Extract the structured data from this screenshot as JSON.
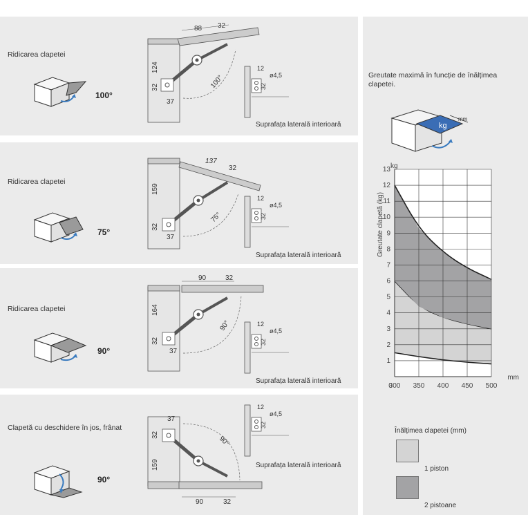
{
  "sections": [
    {
      "label": "Ridicarea clapetei",
      "angle": "100°",
      "dims": [
        "88",
        "32",
        "124",
        "32",
        "37",
        "100°"
      ]
    },
    {
      "label": "Ridicarea clapetei",
      "angle": "75°",
      "dims": [
        "137",
        "32",
        "159",
        "32",
        "37",
        "75°"
      ]
    },
    {
      "label": "Ridicarea clapetei",
      "angle": "90°",
      "dims": [
        "90",
        "32",
        "164",
        "32",
        "37",
        "90°"
      ]
    },
    {
      "label": "Clapetă cu deschidere în jos, frânat",
      "angle": "90°",
      "dims": [
        "37",
        "32",
        "159",
        "90",
        "32",
        "90°"
      ]
    }
  ],
  "detail": {
    "dim_width": "12",
    "dim_hole": "ø4,5",
    "dim_height": "32",
    "caption": "Suprafața laterală interioară"
  },
  "chart_panel": {
    "title": "Greutate maximă în funcție de înălțimea clapetei.",
    "box_kg": "kg",
    "box_mm": "mm",
    "legend_title": "Înălțimea clapetei (mm)",
    "legend_1": "1 piston",
    "legend_2": "2 pistoane"
  },
  "chart_data": {
    "type": "area",
    "x_unit": "mm",
    "y_unit": "kg",
    "ylabel": "Greutate clapetă (kg)",
    "xlim": [
      300,
      500
    ],
    "ylim": [
      0,
      13
    ],
    "x_ticks": [
      "0",
      "300",
      "350",
      "400",
      "450",
      "500"
    ],
    "y_ticks": [
      "1",
      "2",
      "3",
      "4",
      "5",
      "6",
      "7",
      "8",
      "9",
      "10",
      "11",
      "12",
      "13"
    ],
    "grid": true,
    "series": [
      {
        "name": "1 piston",
        "x": [
          300,
          350,
          400,
          450,
          500
        ],
        "upper": [
          6,
          4.4,
          3.7,
          3.3,
          3.0
        ],
        "lower": [
          1.5,
          1.25,
          1.05,
          0.9,
          0.8
        ]
      },
      {
        "name": "2 pistoane",
        "x": [
          300,
          350,
          400,
          450,
          500
        ],
        "upper": [
          12,
          9.3,
          7.8,
          6.8,
          6.1
        ],
        "lower": [
          6,
          4.4,
          3.7,
          3.3,
          3.0
        ]
      }
    ],
    "colors": {
      "1 piston": "#d4d4d4",
      "2 pistoane": "#a3a3a5"
    }
  }
}
